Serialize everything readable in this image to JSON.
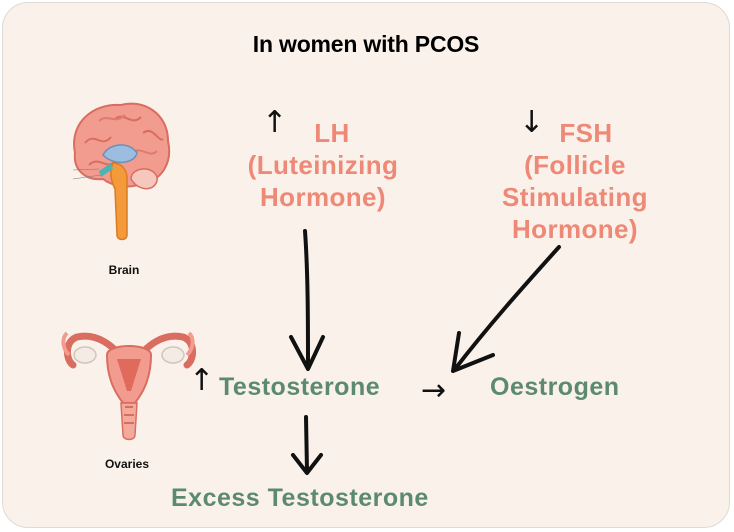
{
  "title": "In women with PCOS",
  "brain": {
    "caption": "Brain",
    "icon": "brain-icon"
  },
  "ovaries": {
    "caption": "Ovaries",
    "icon": "uterus-ovaries-icon"
  },
  "lh": {
    "direction": "↑",
    "lines": [
      "LH",
      "(Luteinizing",
      "Hormone)"
    ]
  },
  "fsh": {
    "direction": "↓",
    "lines": [
      "FSH",
      "(Follicle",
      "Stimulating",
      "Hormone)"
    ]
  },
  "testosterone": {
    "direction": "↑",
    "label": "Testosterone"
  },
  "conversion_arrow": "→",
  "oestrogen": {
    "label": "Oestrogen"
  },
  "excess": {
    "label": "Excess Testosterone"
  },
  "colors": {
    "hormone_text": "#ee8877",
    "outcome_text": "#5c8a70",
    "background": "#faf2ea"
  }
}
